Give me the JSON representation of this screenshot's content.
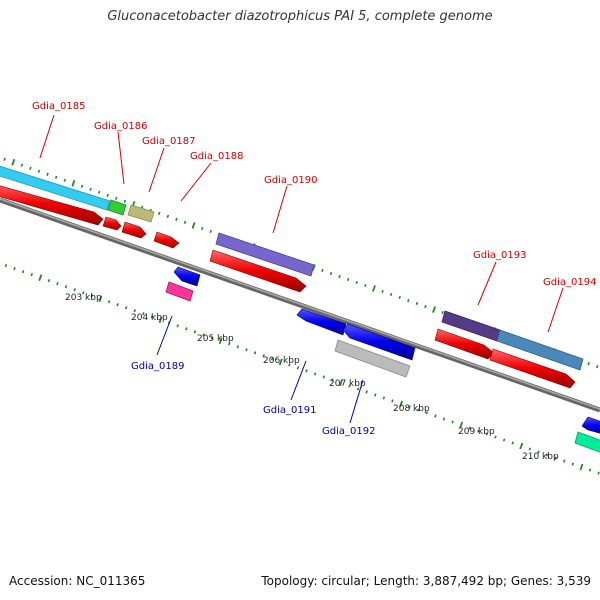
{
  "title": "Gluconacetobacter diazotrophicus PAI 5, complete genome",
  "footer": {
    "accession": "Accession: NC_011365",
    "summary": "Topology: circular; Length: 3,887,492 bp; Genes: 3,539"
  },
  "colors": {
    "tick": "#1e8a1e",
    "backbone": "#888888",
    "label_forward": "#cc0000",
    "label_reverse": "#0000aa"
  },
  "kbp_labels": [
    "203 kbp",
    "204 kbp",
    "205 kbp",
    "206 kbp",
    "207 kbp",
    "208 kbp",
    "209 kbp",
    "210 kbp"
  ],
  "genes_forward": [
    {
      "id": "gdia-0185",
      "label": "Gdia_0185",
      "color": "#33ccee"
    },
    {
      "id": "gdia-0186",
      "label": "Gdia_0186",
      "color": "#33cc33"
    },
    {
      "id": "gdia-0187",
      "label": "Gdia_0187",
      "color": "#bbbb77"
    },
    {
      "id": "gdia-0188",
      "label": "Gdia_0188",
      "color": null
    },
    {
      "id": "gdia-0190",
      "label": "Gdia_0190",
      "color": "#7766cc"
    },
    {
      "id": "gdia-0193",
      "label": "Gdia_0193",
      "color": "#553a88"
    },
    {
      "id": "gdia-0194",
      "label": "Gdia_0194",
      "color": "#4a88bb"
    }
  ],
  "genes_reverse": [
    {
      "id": "gdia-0189",
      "label": "Gdia_0189",
      "color": "#ff3399"
    },
    {
      "id": "gdia-0191",
      "label": "Gdia_0191",
      "color": "#0000ee"
    },
    {
      "id": "gdia-0192",
      "label": "Gdia_0192",
      "color": "#bbbbbb"
    }
  ],
  "unlabeled_reverse_colors": [
    "#00ee99"
  ]
}
